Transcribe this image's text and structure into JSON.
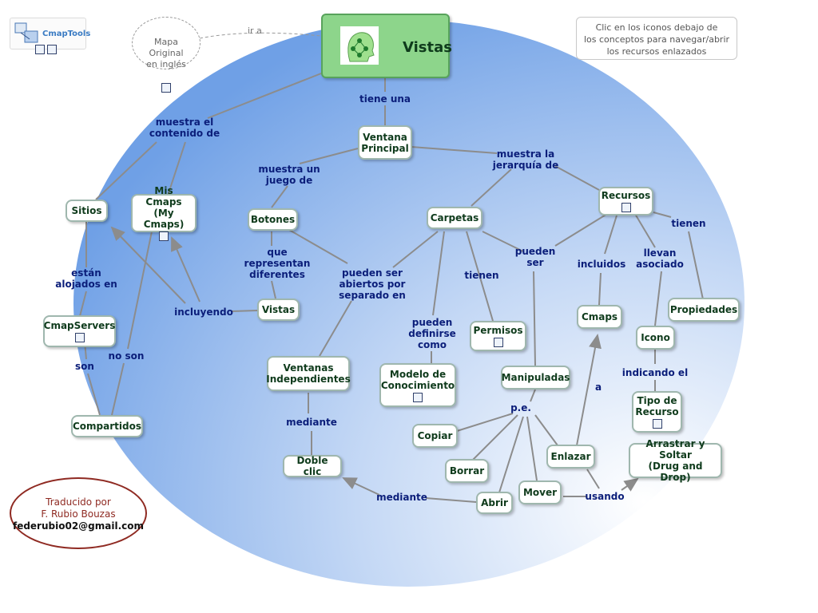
{
  "logo": {
    "text": "CmapTools"
  },
  "original_map": {
    "label": "Mapa\nOriginal\nen inglés"
  },
  "ir_a": "ir a",
  "title": "Vistas",
  "hint": "Clic en los iconos debajo de\nlos conceptos para navegar/abrir\nlos recursos enlazados",
  "credit": {
    "line1": "Traducido por",
    "line2": "F. Rubio Bouzas",
    "email": "federubio02@gmail.com"
  },
  "concepts": {
    "ventana_principal": "Ventana\nPrincipal",
    "sitios": "Sitios",
    "mis_cmaps": "Mis Cmaps\n(My Cmaps)",
    "botones": "Botones",
    "carpetas": "Carpetas",
    "recursos": "Recursos",
    "vistas_node": "Vistas",
    "cmapservers": "CmapServers",
    "compartidos": "Compartidos",
    "ventanas_independientes": "Ventanas\nIndependientes",
    "doble_clic": "Doble clic",
    "modelo": "Modelo de\nConocimiento",
    "permisos": "Permisos",
    "manipuladas": "Manipuladas",
    "cmaps": "Cmaps",
    "icono": "Icono",
    "propiedades": "Propiedades",
    "tipo_recurso": "Tipo de\nRecurso",
    "arrastrar": "Arrastrar y Soltar\n(Drug and Drop)",
    "copiar": "Copiar",
    "borrar": "Borrar",
    "abrir": "Abrir",
    "mover": "Mover",
    "enlazar": "Enlazar"
  },
  "links": {
    "tiene_una": "tiene una",
    "muestra_contenido": "muestra el\ncontenido de",
    "muestra_juego": "muestra un\njuego de",
    "muestra_jerarquia": "muestra la\njerarquía de",
    "tienen_prop": "tienen",
    "estan_alojados": "están\nalojados en",
    "que_representan": "que\nrepresentan\ndiferentes",
    "pueden_abiertos": "pueden ser\nabiertos por\nseparado en",
    "pueden_ser": "pueden\nser",
    "incluidos": "incluidos",
    "llevan_asociado": "llevan\nasociado",
    "incluyendo": "incluyendo",
    "tienen_permisos": "tienen",
    "son": "son",
    "no_son": "no son",
    "pueden_definirse": "pueden\ndefinirse\ncomo",
    "indicando": "indicando el",
    "mediante_1": "mediante",
    "pe": "p.e.",
    "a": "a",
    "mediante_2": "mediante",
    "usando": "usando"
  },
  "colors": {
    "background_gradient_start": "#6fa0e6",
    "background_gradient_end": "#ffffff",
    "title_fill": "#8dd58b",
    "node_border": "#9fb7ae",
    "link_text": "#0b1e7a",
    "line": "#8c8c8c",
    "credit_border": "#8f2a22"
  }
}
